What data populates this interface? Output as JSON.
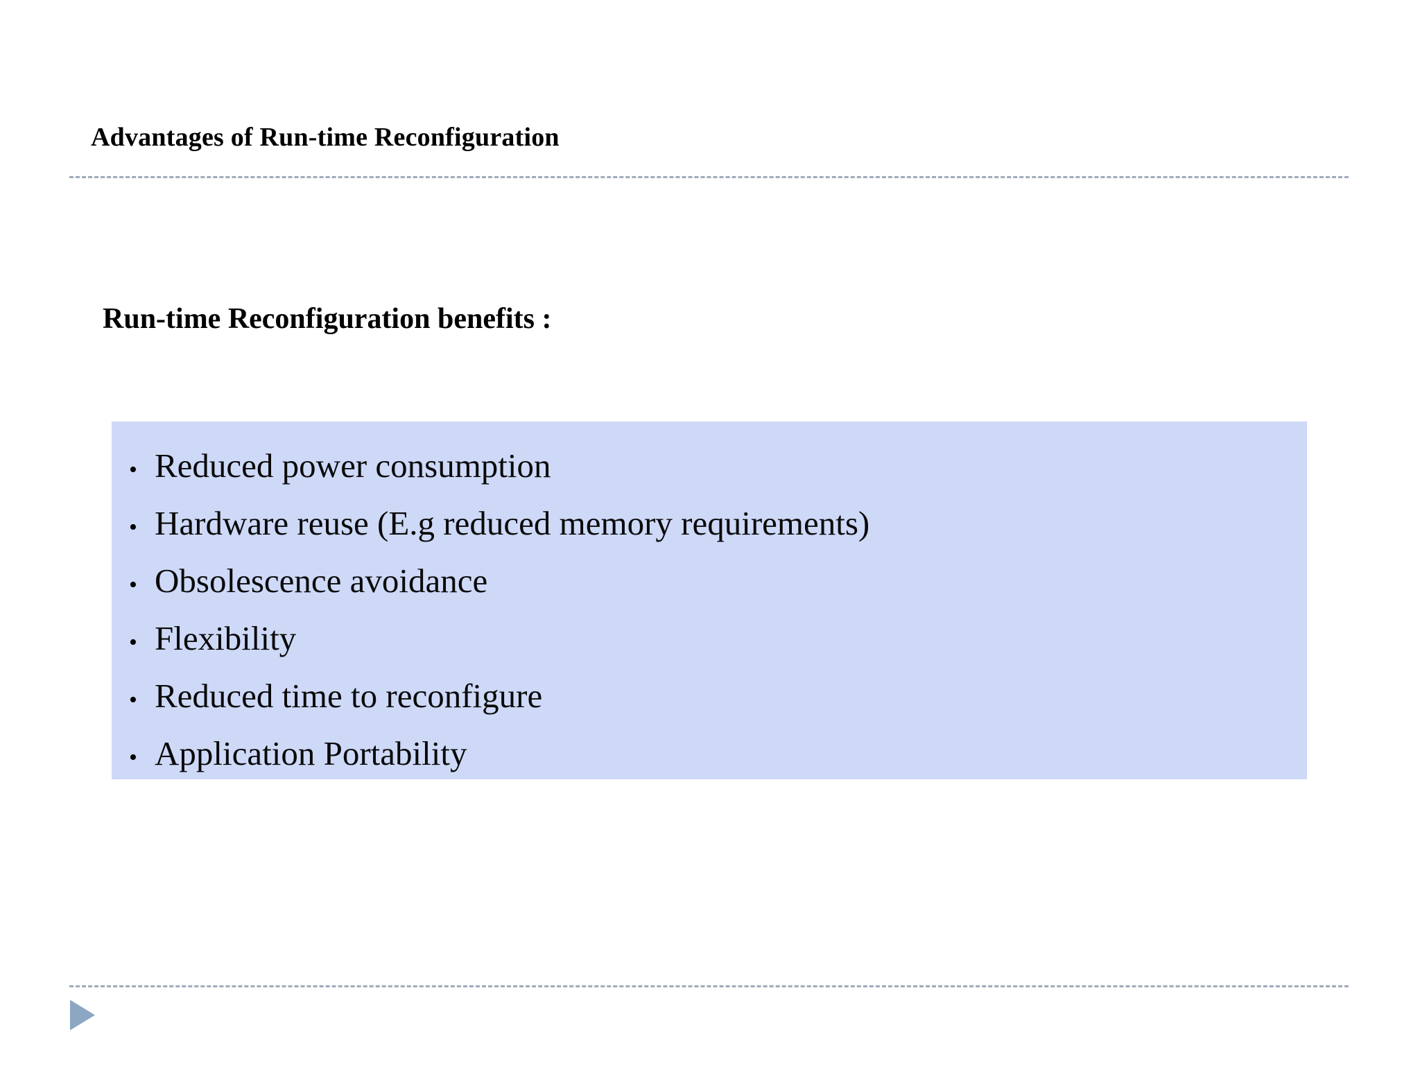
{
  "slide": {
    "title": "Advantages of Run-time Reconfiguration",
    "subtitle": "Run-time Reconfiguration benefits :",
    "bullet_glyph": "•",
    "benefits": [
      "Reduced power consumption",
      "Hardware reuse (E.g reduced memory requirements)",
      "Obsolescence avoidance",
      "Flexibility",
      "Reduced time to reconfigure",
      "Application Portability"
    ],
    "colors": {
      "panel_fill": "#ced9f8",
      "rule": "#9aa7b6",
      "marker": "#8ba7c4",
      "text": "#000000",
      "background": "#ffffff"
    }
  }
}
